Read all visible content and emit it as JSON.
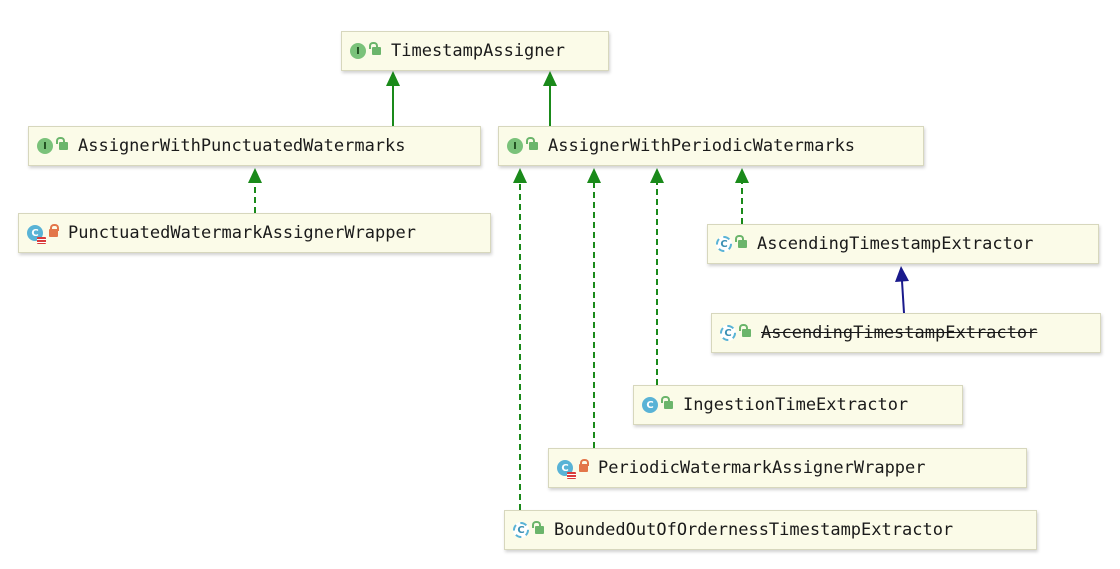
{
  "nodes": [
    {
      "id": "timestamp-assigner",
      "label": "TimestampAssigner",
      "kind": "interface",
      "visibility": "public",
      "deprecated": false
    },
    {
      "id": "assigner-with-punctuated-watermarks",
      "label": "AssignerWithPunctuatedWatermarks",
      "kind": "interface",
      "visibility": "public",
      "deprecated": false
    },
    {
      "id": "assigner-with-periodic-watermarks",
      "label": "AssignerWithPeriodicWatermarks",
      "kind": "interface",
      "visibility": "public",
      "deprecated": false
    },
    {
      "id": "punctuated-watermark-assigner-wrapper",
      "label": "PunctuatedWatermarkAssignerWrapper",
      "kind": "final-class",
      "visibility": "private",
      "deprecated": false
    },
    {
      "id": "ascending-timestamp-extractor",
      "label": "AscendingTimestampExtractor",
      "kind": "abstract-class",
      "visibility": "public",
      "deprecated": false
    },
    {
      "id": "ascending-timestamp-extractor-deprecated",
      "label": "AscendingTimestampExtractor",
      "kind": "abstract-class",
      "visibility": "public",
      "deprecated": true
    },
    {
      "id": "ingestion-time-extractor",
      "label": "IngestionTimeExtractor",
      "kind": "class",
      "visibility": "public",
      "deprecated": false
    },
    {
      "id": "periodic-watermark-assigner-wrapper",
      "label": "PeriodicWatermarkAssignerWrapper",
      "kind": "final-class",
      "visibility": "private",
      "deprecated": false
    },
    {
      "id": "bounded-out-of-orderness-timestamp-extractor",
      "label": "BoundedOutOfOrdernessTimestampExtractor",
      "kind": "abstract-class",
      "visibility": "public",
      "deprecated": false
    }
  ],
  "edges": [
    {
      "from": "assigner-with-punctuated-watermarks",
      "to": "timestamp-assigner",
      "type": "extends"
    },
    {
      "from": "assigner-with-periodic-watermarks",
      "to": "timestamp-assigner",
      "type": "extends"
    },
    {
      "from": "punctuated-watermark-assigner-wrapper",
      "to": "assigner-with-punctuated-watermarks",
      "type": "implements"
    },
    {
      "from": "bounded-out-of-orderness-timestamp-extractor",
      "to": "assigner-with-periodic-watermarks",
      "type": "implements"
    },
    {
      "from": "periodic-watermark-assigner-wrapper",
      "to": "assigner-with-periodic-watermarks",
      "type": "implements"
    },
    {
      "from": "ingestion-time-extractor",
      "to": "assigner-with-periodic-watermarks",
      "type": "implements"
    },
    {
      "from": "ascending-timestamp-extractor",
      "to": "assigner-with-periodic-watermarks",
      "type": "implements"
    },
    {
      "from": "ascending-timestamp-extractor-deprecated",
      "to": "ascending-timestamp-extractor",
      "type": "class-extends"
    }
  ],
  "kind_letters": {
    "interface": "I",
    "class": "C",
    "abstract-class": "C",
    "final-class": "C"
  },
  "colors": {
    "extends": "#1a8a1a",
    "implements": "#1a8a1a",
    "class-extends": "#1a1a8c"
  }
}
